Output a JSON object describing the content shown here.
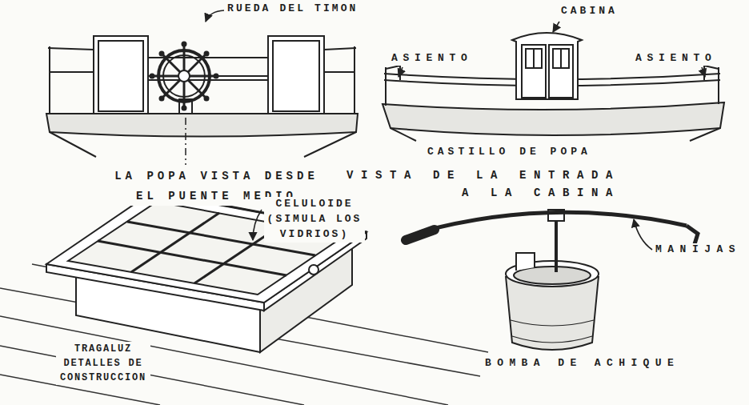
{
  "diagram": {
    "labels": [
      "RUEDA DEL TIMON",
      "ASIENTO",
      "CABINA",
      "ASIENTO",
      "CASTILLO DE POPA",
      "LA POPA VISTA DESDE EL PUENTE MEDIO",
      "VISTA DE LA ENTRADA A LA CABINA",
      "CELULOIDE (SIMULA LOS VIDRIOS)",
      "MANIJAS",
      "TRAGALUZ DETALLES DE CONSTRUCCION",
      "BOMBA DE ACHIQUE"
    ]
  }
}
